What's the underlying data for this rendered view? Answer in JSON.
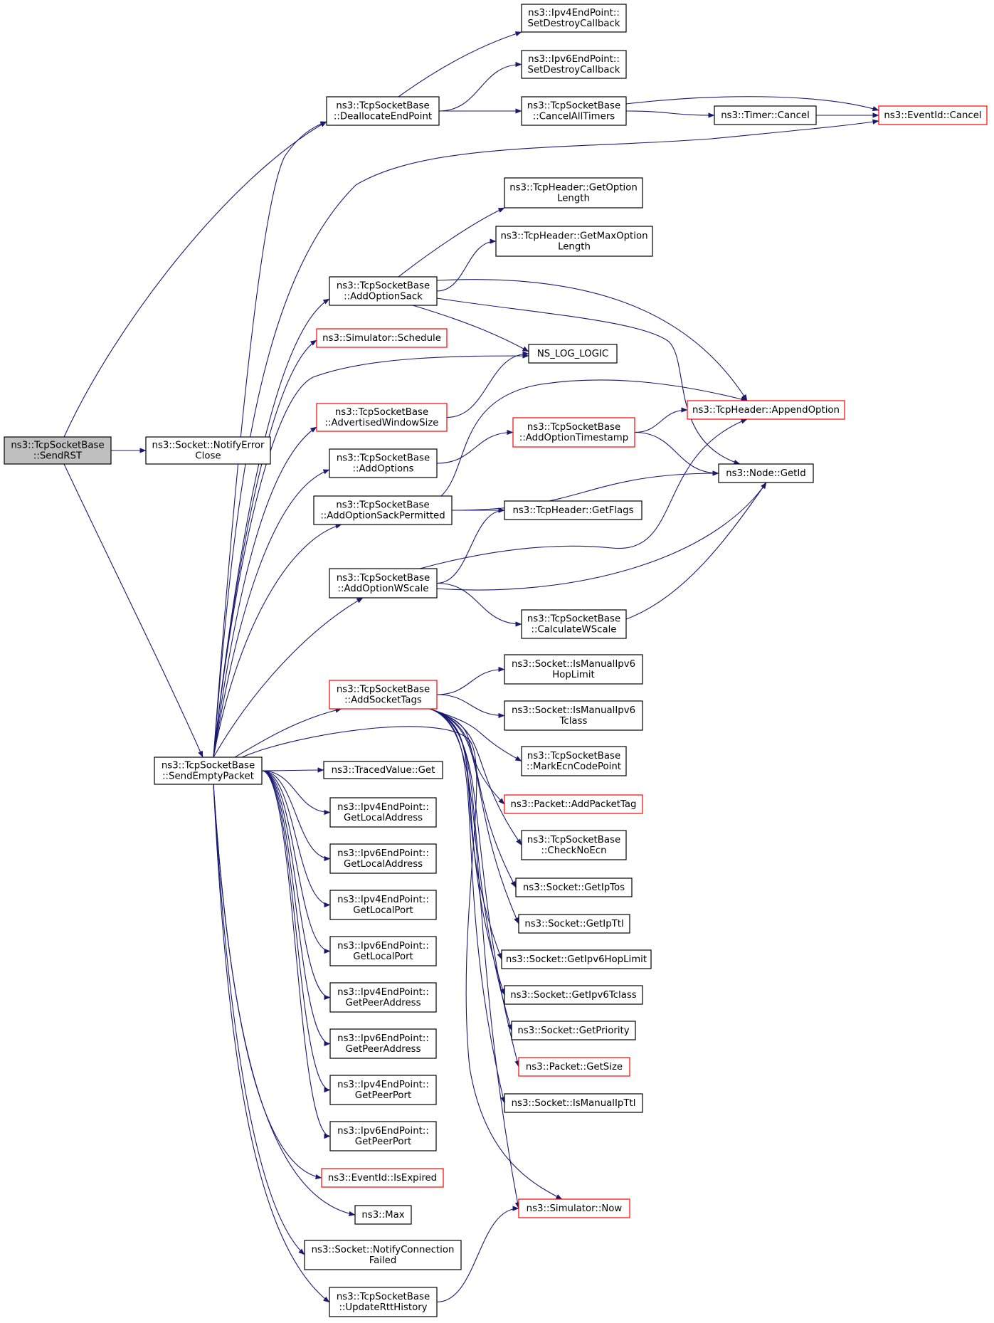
{
  "colors": {
    "edge": "#191970",
    "box_border": "#000000",
    "truncated_border": "#ff0000",
    "root_fill": "#bfbfbf",
    "background": "#ffffff"
  },
  "nodes": [
    {
      "id": "send_rst",
      "lines": [
        "ns3::TcpSocketBase",
        "::SendRST"
      ],
      "style": "root"
    },
    {
      "id": "notify_error_close",
      "lines": [
        "ns3::Socket::NotifyError",
        "Close"
      ],
      "style": "normal"
    },
    {
      "id": "send_empty_packet",
      "lines": [
        "ns3::TcpSocketBase",
        "::SendEmptyPacket"
      ],
      "style": "normal"
    },
    {
      "id": "deallocate_endpoint",
      "lines": [
        "ns3::TcpSocketBase",
        "::DeallocateEndPoint"
      ],
      "style": "normal"
    },
    {
      "id": "ipv4ep_set_destroy",
      "lines": [
        "ns3::Ipv4EndPoint::",
        "SetDestroyCallback"
      ],
      "style": "normal"
    },
    {
      "id": "ipv6ep_set_destroy",
      "lines": [
        "ns3::Ipv6EndPoint::",
        "SetDestroyCallback"
      ],
      "style": "normal"
    },
    {
      "id": "cancel_all_timers",
      "lines": [
        "ns3::TcpSocketBase",
        "::CancelAllTimers"
      ],
      "style": "normal"
    },
    {
      "id": "timer_cancel",
      "lines": [
        "ns3::Timer::Cancel"
      ],
      "style": "normal"
    },
    {
      "id": "eventid_cancel",
      "lines": [
        "ns3::EventId::Cancel"
      ],
      "style": "truncated"
    },
    {
      "id": "get_option_length",
      "lines": [
        "ns3::TcpHeader::GetOption",
        "Length"
      ],
      "style": "normal"
    },
    {
      "id": "get_max_option_length",
      "lines": [
        "ns3::TcpHeader::GetMaxOption",
        "Length"
      ],
      "style": "normal"
    },
    {
      "id": "add_option_sack",
      "lines": [
        "ns3::TcpSocketBase",
        "::AddOptionSack"
      ],
      "style": "normal"
    },
    {
      "id": "simulator_schedule",
      "lines": [
        "ns3::Simulator::Schedule"
      ],
      "style": "truncated"
    },
    {
      "id": "ns_log_logic",
      "lines": [
        "NS_LOG_LOGIC"
      ],
      "style": "normal"
    },
    {
      "id": "advertised_window_size",
      "lines": [
        "ns3::TcpSocketBase",
        "::AdvertisedWindowSize"
      ],
      "style": "truncated"
    },
    {
      "id": "append_option",
      "lines": [
        "ns3::TcpHeader::AppendOption"
      ],
      "style": "truncated"
    },
    {
      "id": "add_option_timestamp",
      "lines": [
        "ns3::TcpSocketBase",
        "::AddOptionTimestamp"
      ],
      "style": "truncated"
    },
    {
      "id": "add_options",
      "lines": [
        "ns3::TcpSocketBase",
        "::AddOptions"
      ],
      "style": "normal"
    },
    {
      "id": "node_get_id",
      "lines": [
        "ns3::Node::GetId"
      ],
      "style": "normal"
    },
    {
      "id": "add_option_sack_permitted",
      "lines": [
        "ns3::TcpSocketBase",
        "::AddOptionSackPermitted"
      ],
      "style": "normal"
    },
    {
      "id": "get_flags",
      "lines": [
        "ns3::TcpHeader::GetFlags"
      ],
      "style": "normal"
    },
    {
      "id": "add_option_wscale",
      "lines": [
        "ns3::TcpSocketBase",
        "::AddOptionWScale"
      ],
      "style": "normal"
    },
    {
      "id": "calculate_wscale",
      "lines": [
        "ns3::TcpSocketBase",
        "::CalculateWScale"
      ],
      "style": "normal"
    },
    {
      "id": "is_manual_ipv6_hoplimit",
      "lines": [
        "ns3::Socket::IsManualIpv6",
        "HopLimit"
      ],
      "style": "normal"
    },
    {
      "id": "add_socket_tags",
      "lines": [
        "ns3::TcpSocketBase",
        "::AddSocketTags"
      ],
      "style": "truncated"
    },
    {
      "id": "is_manual_ipv6_tclass",
      "lines": [
        "ns3::Socket::IsManualIpv6",
        "Tclass"
      ],
      "style": "normal"
    },
    {
      "id": "mark_ecn_code_point",
      "lines": [
        "ns3::TcpSocketBase",
        "::MarkEcnCodePoint"
      ],
      "style": "normal"
    },
    {
      "id": "traced_value_get",
      "lines": [
        "ns3::TracedValue::Get"
      ],
      "style": "normal"
    },
    {
      "id": "add_packet_tag",
      "lines": [
        "ns3::Packet::AddPacketTag"
      ],
      "style": "truncated"
    },
    {
      "id": "ipv4ep_get_local_address",
      "lines": [
        "ns3::Ipv4EndPoint::",
        "GetLocalAddress"
      ],
      "style": "normal"
    },
    {
      "id": "check_no_ecn",
      "lines": [
        "ns3::TcpSocketBase",
        "::CheckNoEcn"
      ],
      "style": "normal"
    },
    {
      "id": "ipv6ep_get_local_address",
      "lines": [
        "ns3::Ipv6EndPoint::",
        "GetLocalAddress"
      ],
      "style": "normal"
    },
    {
      "id": "get_ip_tos",
      "lines": [
        "ns3::Socket::GetIpTos"
      ],
      "style": "normal"
    },
    {
      "id": "ipv4ep_get_local_port",
      "lines": [
        "ns3::Ipv4EndPoint::",
        "GetLocalPort"
      ],
      "style": "normal"
    },
    {
      "id": "get_ip_ttl",
      "lines": [
        "ns3::Socket::GetIpTtl"
      ],
      "style": "normal"
    },
    {
      "id": "ipv6ep_get_local_port",
      "lines": [
        "ns3::Ipv6EndPoint::",
        "GetLocalPort"
      ],
      "style": "normal"
    },
    {
      "id": "get_ipv6_hoplimit",
      "lines": [
        "ns3::Socket::GetIpv6HopLimit"
      ],
      "style": "normal"
    },
    {
      "id": "get_ipv6_tclass",
      "lines": [
        "ns3::Socket::GetIpv6Tclass"
      ],
      "style": "normal"
    },
    {
      "id": "ipv4ep_get_peer_address",
      "lines": [
        "ns3::Ipv4EndPoint::",
        "GetPeerAddress"
      ],
      "style": "normal"
    },
    {
      "id": "get_priority",
      "lines": [
        "ns3::Socket::GetPriority"
      ],
      "style": "normal"
    },
    {
      "id": "ipv6ep_get_peer_address",
      "lines": [
        "ns3::Ipv6EndPoint::",
        "GetPeerAddress"
      ],
      "style": "normal"
    },
    {
      "id": "packet_get_size",
      "lines": [
        "ns3::Packet::GetSize"
      ],
      "style": "truncated"
    },
    {
      "id": "ipv4ep_get_peer_port",
      "lines": [
        "ns3::Ipv4EndPoint::",
        "GetPeerPort"
      ],
      "style": "normal"
    },
    {
      "id": "is_manual_ip_ttl",
      "lines": [
        "ns3::Socket::IsManualIpTtl"
      ],
      "style": "normal"
    },
    {
      "id": "ipv6ep_get_peer_port",
      "lines": [
        "ns3::Ipv6EndPoint::",
        "GetPeerPort"
      ],
      "style": "normal"
    },
    {
      "id": "eventid_is_expired",
      "lines": [
        "ns3::EventId::IsExpired"
      ],
      "style": "truncated"
    },
    {
      "id": "simulator_now",
      "lines": [
        "ns3::Simulator::Now"
      ],
      "style": "truncated"
    },
    {
      "id": "ns3_max",
      "lines": [
        "ns3::Max"
      ],
      "style": "normal"
    },
    {
      "id": "notify_connection_failed",
      "lines": [
        "ns3::Socket::NotifyConnection",
        "Failed"
      ],
      "style": "normal"
    },
    {
      "id": "update_rtt_history",
      "lines": [
        "ns3::TcpSocketBase",
        "::UpdateRttHistory"
      ],
      "style": "normal"
    }
  ],
  "edges": [
    [
      "send_rst",
      "notify_error_close"
    ],
    [
      "send_rst",
      "send_empty_packet"
    ],
    [
      "send_rst",
      "deallocate_endpoint"
    ],
    [
      "deallocate_endpoint",
      "ipv4ep_set_destroy"
    ],
    [
      "deallocate_endpoint",
      "ipv6ep_set_destroy"
    ],
    [
      "deallocate_endpoint",
      "cancel_all_timers"
    ],
    [
      "cancel_all_timers",
      "timer_cancel"
    ],
    [
      "cancel_all_timers",
      "eventid_cancel"
    ],
    [
      "timer_cancel",
      "eventid_cancel"
    ],
    [
      "send_empty_packet",
      "deallocate_endpoint"
    ],
    [
      "send_empty_packet",
      "eventid_cancel"
    ],
    [
      "send_empty_packet",
      "add_option_sack"
    ],
    [
      "send_empty_packet",
      "simulator_schedule"
    ],
    [
      "send_empty_packet",
      "ns_log_logic"
    ],
    [
      "send_empty_packet",
      "advertised_window_size"
    ],
    [
      "send_empty_packet",
      "add_options"
    ],
    [
      "send_empty_packet",
      "add_option_sack_permitted"
    ],
    [
      "send_empty_packet",
      "add_option_wscale"
    ],
    [
      "send_empty_packet",
      "add_socket_tags"
    ],
    [
      "send_empty_packet",
      "traced_value_get"
    ],
    [
      "send_empty_packet",
      "ipv4ep_get_local_address"
    ],
    [
      "send_empty_packet",
      "ipv6ep_get_local_address"
    ],
    [
      "send_empty_packet",
      "ipv4ep_get_local_port"
    ],
    [
      "send_empty_packet",
      "ipv6ep_get_local_port"
    ],
    [
      "send_empty_packet",
      "ipv4ep_get_peer_address"
    ],
    [
      "send_empty_packet",
      "ipv6ep_get_peer_address"
    ],
    [
      "send_empty_packet",
      "ipv4ep_get_peer_port"
    ],
    [
      "send_empty_packet",
      "ipv6ep_get_peer_port"
    ],
    [
      "send_empty_packet",
      "eventid_is_expired"
    ],
    [
      "send_empty_packet",
      "ns3_max"
    ],
    [
      "send_empty_packet",
      "notify_connection_failed"
    ],
    [
      "send_empty_packet",
      "update_rtt_history"
    ],
    [
      "send_empty_packet",
      "simulator_now"
    ],
    [
      "add_option_sack",
      "get_option_length"
    ],
    [
      "add_option_sack",
      "get_max_option_length"
    ],
    [
      "add_option_sack",
      "append_option"
    ],
    [
      "add_option_sack",
      "ns_log_logic"
    ],
    [
      "add_option_sack",
      "node_get_id"
    ],
    [
      "advertised_window_size",
      "ns_log_logic"
    ],
    [
      "add_options",
      "add_option_timestamp"
    ],
    [
      "add_option_timestamp",
      "append_option"
    ],
    [
      "add_option_timestamp",
      "node_get_id"
    ],
    [
      "add_option_sack_permitted",
      "append_option"
    ],
    [
      "add_option_sack_permitted",
      "node_get_id"
    ],
    [
      "add_option_sack_permitted",
      "get_flags"
    ],
    [
      "add_option_wscale",
      "get_flags"
    ],
    [
      "add_option_wscale",
      "append_option"
    ],
    [
      "add_option_wscale",
      "node_get_id"
    ],
    [
      "add_option_wscale",
      "calculate_wscale"
    ],
    [
      "calculate_wscale",
      "node_get_id"
    ],
    [
      "add_socket_tags",
      "is_manual_ipv6_hoplimit"
    ],
    [
      "add_socket_tags",
      "is_manual_ipv6_tclass"
    ],
    [
      "add_socket_tags",
      "mark_ecn_code_point"
    ],
    [
      "add_socket_tags",
      "add_packet_tag"
    ],
    [
      "add_socket_tags",
      "check_no_ecn"
    ],
    [
      "add_socket_tags",
      "get_ip_tos"
    ],
    [
      "add_socket_tags",
      "get_ip_ttl"
    ],
    [
      "add_socket_tags",
      "get_ipv6_hoplimit"
    ],
    [
      "add_socket_tags",
      "get_ipv6_tclass"
    ],
    [
      "add_socket_tags",
      "get_priority"
    ],
    [
      "add_socket_tags",
      "packet_get_size"
    ],
    [
      "add_socket_tags",
      "is_manual_ip_ttl"
    ],
    [
      "add_socket_tags",
      "simulator_now"
    ],
    [
      "update_rtt_history",
      "simulator_now"
    ]
  ]
}
